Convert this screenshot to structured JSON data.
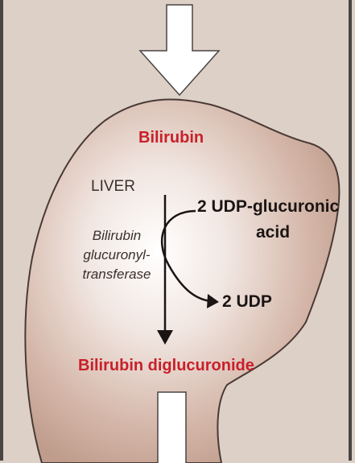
{
  "labels": {
    "bilirubin": "Bilirubin",
    "organ": "LIVER",
    "enzyme_lines": [
      "Bilirubin",
      "glucuronyl-",
      "transferase"
    ],
    "udp_glucuronic_line1": "2 UDP-glucuronic",
    "udp_glucuronic_line2": "acid",
    "udp": "2 UDP",
    "product": "Bilirubin diglucuronide"
  },
  "colors": {
    "background": "#ddd0c6",
    "liver_fill": "#c9a898",
    "highlight_text": "#c8202a",
    "arrow_fill": "#ffffff"
  }
}
